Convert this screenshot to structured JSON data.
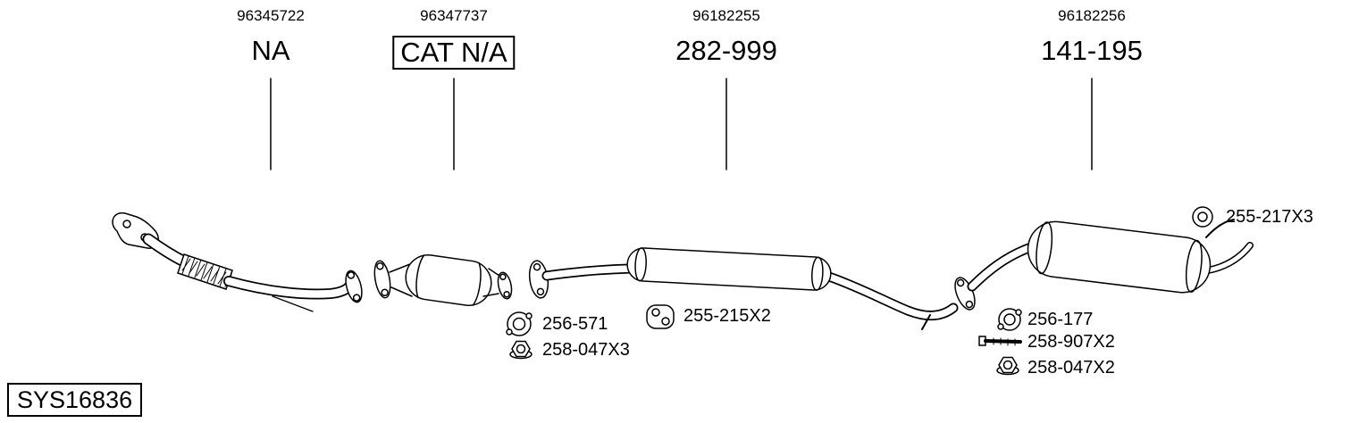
{
  "diagram": {
    "system_id": "SYS16836",
    "callouts": [
      {
        "ref": "96345722",
        "label": "NA",
        "boxed": false
      },
      {
        "ref": "96347737",
        "label": "CAT N/A",
        "boxed": true
      },
      {
        "ref": "96182255",
        "label": "282-999",
        "boxed": false
      },
      {
        "ref": "96182256",
        "label": "141-195",
        "boxed": false
      }
    ],
    "part_labels": [
      {
        "id": "255-217X3",
        "icon": "hanger-ring"
      },
      {
        "id": "256-571",
        "icon": "gasket"
      },
      {
        "id": "258-047X3",
        "icon": "nut"
      },
      {
        "id": "255-215X2",
        "icon": "rubber-hanger"
      },
      {
        "id": "256-177",
        "icon": "gasket"
      },
      {
        "id": "258-907X2",
        "icon": "bolt"
      },
      {
        "id": "258-047X2",
        "icon": "nut"
      }
    ]
  }
}
